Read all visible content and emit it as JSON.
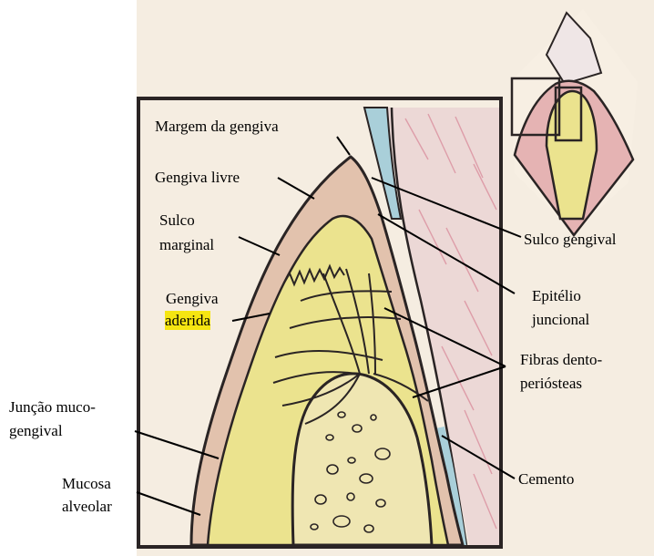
{
  "labels": {
    "margem": "Margem da gengiva",
    "gengiva_livre": "Gengiva livre",
    "sulco_marginal_1": "Sulco",
    "sulco_marginal_2": "marginal",
    "gengiva_aderida_1": "Gengiva",
    "gengiva_aderida_2": "aderida",
    "juncao_1": "Junção muco-",
    "juncao_2": "gengival",
    "mucosa_1": "Mucosa",
    "mucosa_2": "alveolar",
    "sulco_gengival": "Sulco gengival",
    "epitelio_1": "Epitélio",
    "epitelio_2": "juncional",
    "fibras_1": "Fibras dento-",
    "fibras_2": "periósteas",
    "cemento": "Cemento"
  },
  "colors": {
    "paper": "#f5ede1",
    "gingiva": "#e2c2ad",
    "connective_tissue": "#ebe38e",
    "bone": "#efe6b2",
    "cementum_blue": "#a9cfd9",
    "tooth_pink": "#ecd8d6",
    "highlight": "#f5e512"
  }
}
